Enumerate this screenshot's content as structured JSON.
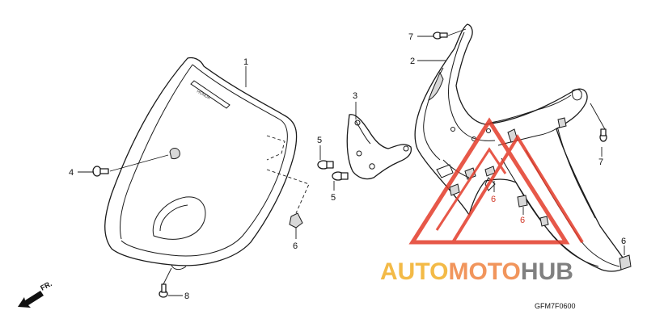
{
  "diagram": {
    "drawing_code": "GFM7F0600",
    "direction_label": "FR.",
    "watermark": {
      "word_1": "AUTO",
      "word_2": "MOTO",
      "word_3": "HUB",
      "color_1": "#f2b233",
      "color_2": "#f08a4a",
      "color_3": "#6a6a6a",
      "logo_color": "#e33b2a"
    },
    "callouts": [
      {
        "id": "c1",
        "label": "1"
      },
      {
        "id": "c2",
        "label": "2"
      },
      {
        "id": "c3",
        "label": "3"
      },
      {
        "id": "c4",
        "label": "4"
      },
      {
        "id": "c5a",
        "label": "5"
      },
      {
        "id": "c5b",
        "label": "5"
      },
      {
        "id": "c6a",
        "label": "6"
      },
      {
        "id": "c6b",
        "label": "6"
      },
      {
        "id": "c6c",
        "label": "6"
      },
      {
        "id": "c6d",
        "label": "6"
      },
      {
        "id": "c7a",
        "label": "7"
      },
      {
        "id": "c7b",
        "label": "7"
      },
      {
        "id": "c8",
        "label": "8"
      }
    ]
  }
}
